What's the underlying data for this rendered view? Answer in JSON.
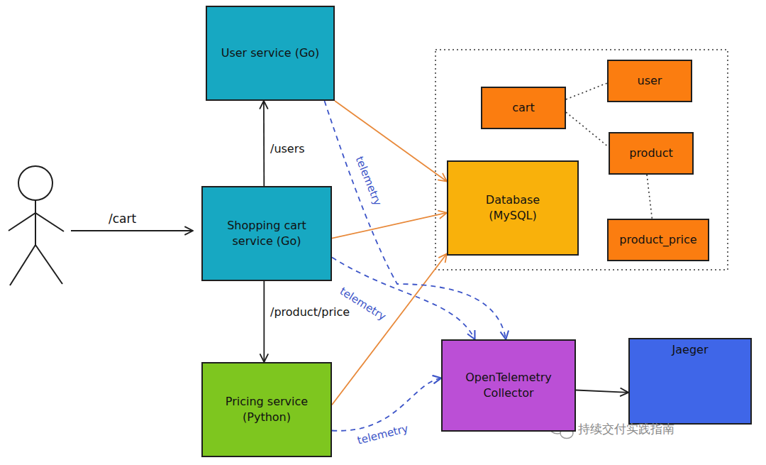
{
  "diagram": {
    "nodes": [
      {
        "text": [
          "User service (Go)"
        ]
      },
      {
        "text": [
          "cart"
        ]
      },
      {
        "text": [
          "user"
        ]
      },
      {
        "text": [
          "product"
        ]
      },
      {
        "text": [
          "Database (MySQL)"
        ]
      },
      {
        "text": [
          "Shopping cart service (Go)"
        ]
      },
      {
        "text": [
          "product_price"
        ]
      },
      {
        "text": [
          "OpenTelemetry Collector"
        ]
      },
      {
        "text": [
          "Jaeger"
        ]
      },
      {
        "text": [
          "Pricing service (Python)"
        ]
      }
    ],
    "edges": [
      {
        "from": 5,
        "to": 0,
        "label": "/users",
        "arrow": "to"
      },
      {
        "from": 5,
        "to": 9,
        "label": "/product/price",
        "arrow": "to"
      },
      {
        "from": 0,
        "to": 4,
        "arrow": "to"
      },
      {
        "from": 5,
        "to": 4,
        "arrow": "to"
      },
      {
        "from": 9,
        "to": 4,
        "arrow": "to"
      },
      {
        "from": 0,
        "to": 7,
        "label": "telemetry",
        "arrow": "to"
      },
      {
        "from": 5,
        "to": 7,
        "label": "telemetry",
        "arrow": "to"
      },
      {
        "from": 9,
        "to": 7,
        "label": "telemetry",
        "arrow": "to"
      },
      {
        "from": 7,
        "to": 8,
        "arrow": "to"
      },
      {
        "from": 1,
        "to": 2,
        "arrow": "none"
      },
      {
        "from": 1,
        "to": 3,
        "arrow": "none"
      },
      {
        "from": 3,
        "to": 6,
        "arrow": "none"
      }
    ],
    "labels": [
      "/cart",
      "持续交付实践指南"
    ]
  }
}
